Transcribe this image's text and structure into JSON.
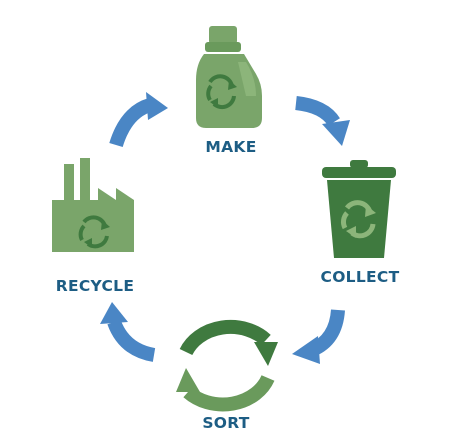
{
  "colors": {
    "label": "#1d5d84",
    "arrow_blue": "#4a86c5",
    "green_light": "#7aa56a",
    "green_mid": "#6a9a5c",
    "green_dark": "#3f7a3f",
    "green_accent": "#9dc48a"
  },
  "stages": {
    "make": {
      "label": "MAKE",
      "icon": "bottle-icon"
    },
    "collect": {
      "label": "COLLECT",
      "icon": "recycling-bin-icon"
    },
    "sort": {
      "label": "SORT",
      "icon": "sort-cycle-arrows-icon"
    },
    "recycle": {
      "label": "RECYCLE",
      "icon": "factory-icon"
    }
  }
}
